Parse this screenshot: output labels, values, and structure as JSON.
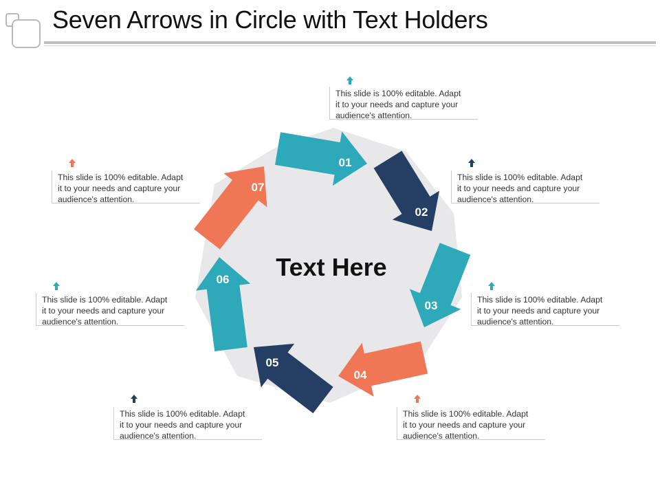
{
  "title": "Seven Arrows in Circle with Text Holders",
  "center_text": "Text Here",
  "colors": {
    "teal": "#2ea9b9",
    "navy": "#243f63",
    "orange": "#ef7756",
    "hub": "#e8e8ea"
  },
  "arrows": [
    {
      "label": "01",
      "color": "teal"
    },
    {
      "label": "02",
      "color": "navy"
    },
    {
      "label": "03",
      "color": "teal"
    },
    {
      "label": "04",
      "color": "orange"
    },
    {
      "label": "05",
      "color": "navy"
    },
    {
      "label": "06",
      "color": "teal"
    },
    {
      "label": "07",
      "color": "orange"
    }
  ],
  "text_holders": [
    {
      "lines": [
        "This slide is 100% editable. Adapt",
        "it to your needs and capture your",
        "audience's attention."
      ],
      "color": "teal"
    },
    {
      "lines": [
        "This slide is 100% editable. Adapt",
        "it to your needs and capture your",
        "audience's attention."
      ],
      "color": "navy"
    },
    {
      "lines": [
        "This slide is 100% editable. Adapt",
        "it to your needs and capture your",
        "audience's attention."
      ],
      "color": "teal"
    },
    {
      "lines": [
        "This slide is 100% editable. Adapt",
        "it to your needs and capture your",
        "audience's attention."
      ],
      "color": "orange"
    },
    {
      "lines": [
        "This slide is 100% editable. Adapt",
        "it to your needs and capture your",
        "audience's attention."
      ],
      "color": "navy"
    },
    {
      "lines": [
        "This slide is 100% editable. Adapt",
        "it to your needs and capture your",
        "audience's attention."
      ],
      "color": "teal"
    },
    {
      "lines": [
        "This slide is 100% editable. Adapt",
        "it to your needs and capture your",
        "audience's attention."
      ],
      "color": "orange"
    }
  ]
}
